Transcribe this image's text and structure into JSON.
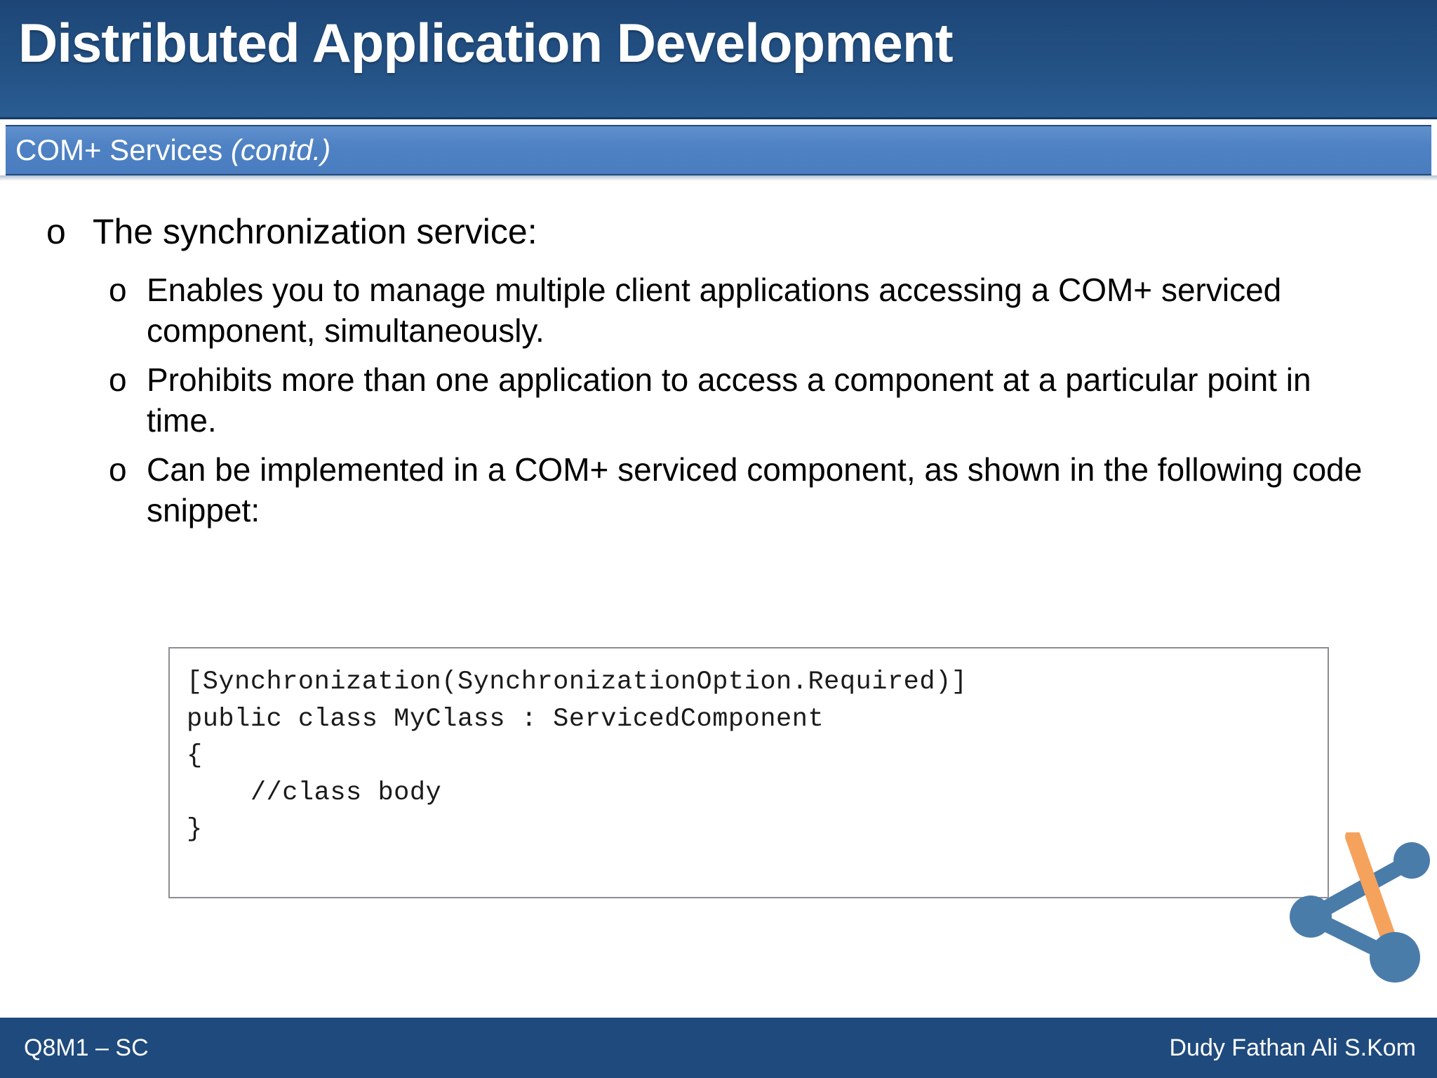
{
  "slide": {
    "title": "Distributed Application Development",
    "subtitle_main": "COM+ Services ",
    "subtitle_italic": "(contd.)",
    "colors": {
      "title_bar": "#1f4a7d",
      "subtitle_band": "#4f82c4",
      "footer_bar": "#1f4a7d",
      "logo_node_blue": "#4a7caa",
      "logo_edge_orange": "#f5a25d",
      "code_border": "#8d8d94",
      "body_text": "#000000"
    }
  },
  "body": {
    "level1": {
      "marker": "o",
      "text": "The synchronization service:"
    },
    "level2": [
      {
        "marker": "o",
        "text": "Enables you to manage multiple client applications accessing a COM+ serviced component, simultaneously."
      },
      {
        "marker": "o",
        "text": "Prohibits more than one application to access a component at a particular point in time."
      },
      {
        "marker": "o",
        "text": "Can be implemented in a COM+ serviced component, as shown in the following code snippet:"
      }
    ]
  },
  "code_block": {
    "line1": "[Synchronization(SynchronizationOption.Required)]",
    "line2": "public class MyClass : ServicedComponent",
    "line3": "{",
    "line4": "    //class body",
    "line5": "}"
  },
  "footer": {
    "left": "Q8M1 – SC",
    "right": "Dudy Fathan Ali S.Kom"
  },
  "logo": {
    "name": "network-nodes-logo"
  }
}
